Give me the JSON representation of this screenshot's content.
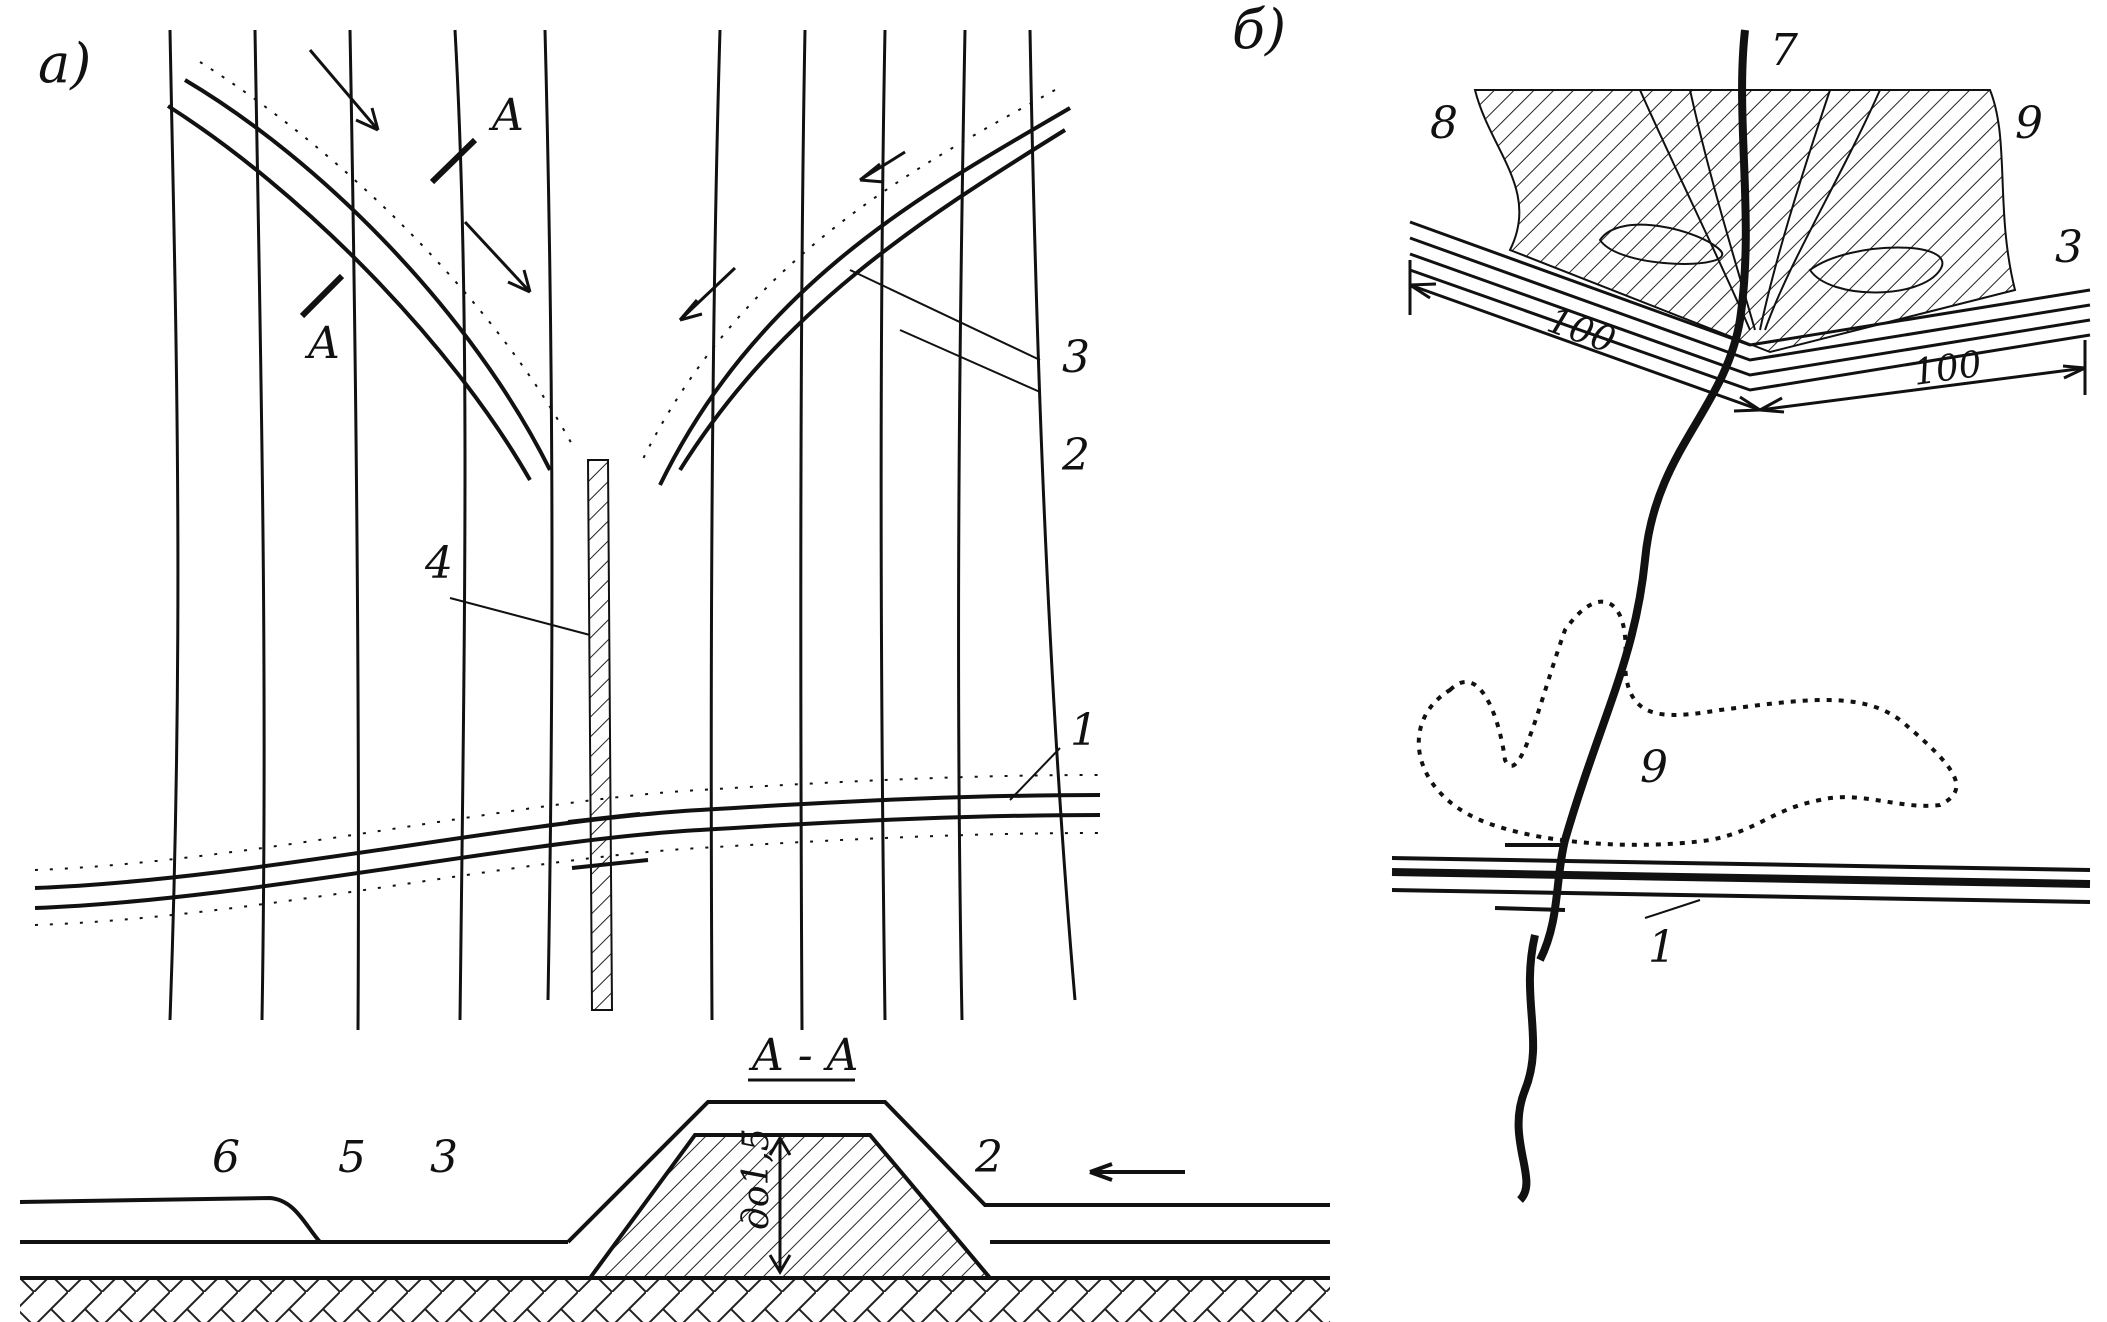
{
  "panel_labels": {
    "a": "а)",
    "b": "б)"
  },
  "part_a": {
    "labels": {
      "n1": "1",
      "n2": "2",
      "n3": "3",
      "n4": "4",
      "section_a1": "A",
      "section_a2": "A"
    }
  },
  "section": {
    "title": "A - A",
    "height_label": "до1,5",
    "labels": {
      "n2": "2",
      "n3": "3",
      "n5": "5",
      "n6": "6"
    }
  },
  "part_b": {
    "labels": {
      "n1": "1",
      "n3": "3",
      "n7": "7",
      "n8": "8",
      "n9": "9",
      "n9b": "9"
    },
    "dim_left": "100",
    "dim_right": "100"
  }
}
